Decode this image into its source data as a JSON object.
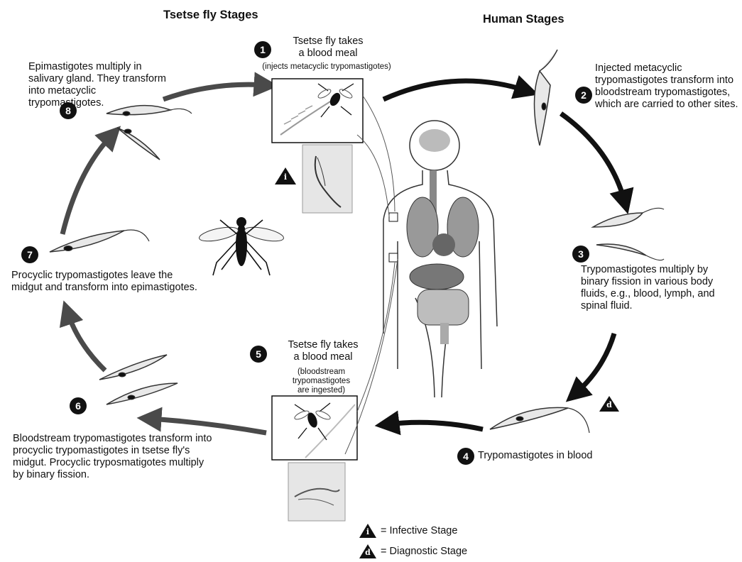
{
  "headers": {
    "tsetse": "Tsetse fly Stages",
    "human": "Human Stages"
  },
  "steps": [
    {
      "num": "1",
      "title_line1": "Tsetse fly takes",
      "title_line2": "a blood meal",
      "note": "(injects metacyclic trypomastigotes)"
    },
    {
      "num": "2",
      "text": "Injected metacyclic trypomastigotes transform into bloodstream trypomastigotes, which are carried to other sites."
    },
    {
      "num": "3",
      "text": "Trypomastigotes multiply by binary fission in various body fluids, e.g., blood, lymph, and spinal fluid."
    },
    {
      "num": "4",
      "text": "Trypomastigotes in blood"
    },
    {
      "num": "5",
      "title_line1": "Tsetse fly takes",
      "title_line2": "a blood meal",
      "note_line1": "(bloodstream trypomastigotes",
      "note_line2": "are ingested)"
    },
    {
      "num": "6",
      "text": "Bloodstream trypomastigotes transform into procyclic trypomastigotes in tsetse fly's midgut. Procyclic tryposmatigotes multiply by binary fission."
    },
    {
      "num": "7",
      "text": "Procyclic trypomastigotes leave the midgut and transform into epimastigotes."
    },
    {
      "num": "8",
      "text": "Epimastigotes multiply in salivary gland. They transform into metacyclic trypomastigotes."
    }
  ],
  "markers": {
    "infective_symbol": "i",
    "diagnostic_symbol": "d"
  },
  "legend": {
    "infective": "= Infective Stage",
    "diagnostic": "= Diagnostic Stage"
  },
  "colors": {
    "arrow_dark": "#111111",
    "arrow_gray": "#4a4a4a",
    "organ_gray": "#8c8c8c",
    "panel_gray": "#e6e6e6"
  }
}
